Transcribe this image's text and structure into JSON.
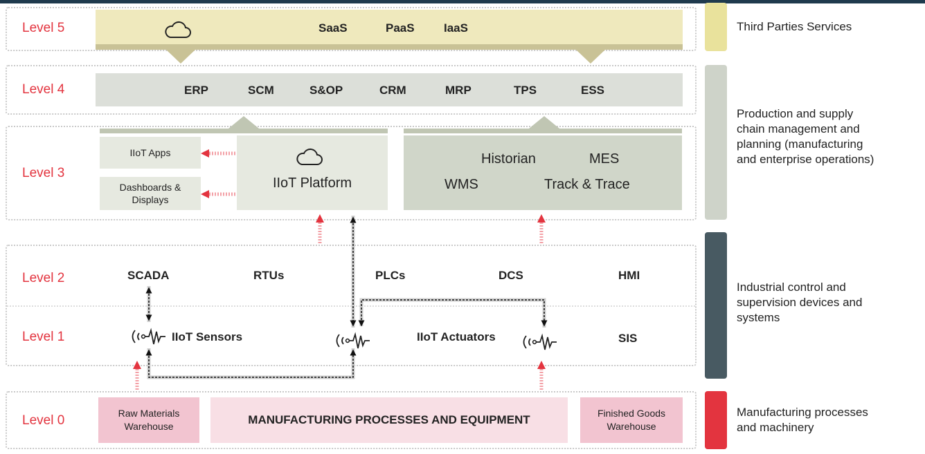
{
  "levels": {
    "l5": "Level 5",
    "l4": "Level 4",
    "l3": "Level 3",
    "l2": "Level 2",
    "l1": "Level 1",
    "l0": "Level 0"
  },
  "level5": {
    "items": [
      "SaaS",
      "PaaS",
      "IaaS"
    ]
  },
  "level4": {
    "items": [
      "ERP",
      "SCM",
      "S&OP",
      "CRM",
      "MRP",
      "TPS",
      "ESS"
    ]
  },
  "level3": {
    "apps": "IIoT Apps",
    "dashboards_line1": "Dashboards &",
    "dashboards_line2": "Displays",
    "platform": "IIoT Platform",
    "historian": "Historian",
    "mes": "MES",
    "wms": "WMS",
    "track": "Track & Trace"
  },
  "level2": {
    "items": [
      "SCADA",
      "RTUs",
      "PLCs",
      "DCS",
      "HMI"
    ]
  },
  "level1": {
    "sensors": "IIoT Sensors",
    "actuators": "IIoT Actuators",
    "sis": "SIS"
  },
  "level0": {
    "raw_line1": "Raw Materials",
    "raw_line2": "Warehouse",
    "main": "MANUFACTURING PROCESSES AND EQUIPMENT",
    "finished_line1": "Finished Goods",
    "finished_line2": "Warehouse"
  },
  "sidebar": {
    "third_party": "Third Parties Services",
    "production_lines": [
      "Production and supply",
      "chain management and",
      "planning (manufacturing",
      "and enterprise operations)"
    ],
    "industrial_lines": [
      "Industrial control and",
      "supervision devices and",
      "systems"
    ],
    "manufacturing_lines": [
      "Manufacturing processes",
      "and machinery"
    ]
  },
  "colors": {
    "level_label": "#e3343f",
    "saas_band": "#efe9bd",
    "saas_bar": "#c9c296",
    "erp_band": "#dcdfd9",
    "platform_box": "#e6e9e0",
    "mes_box": "#d0d6c9",
    "platform_bar": "#c0c6b3",
    "pink_box": "#f8dfe5",
    "pink_box_dark": "#f2c4d0",
    "arrow_red": "#e3343f",
    "sidebar_yellow": "#e9e29c",
    "sidebar_grey": "#ced3c9",
    "sidebar_dark": "#485a62",
    "sidebar_red": "#e3343f"
  }
}
